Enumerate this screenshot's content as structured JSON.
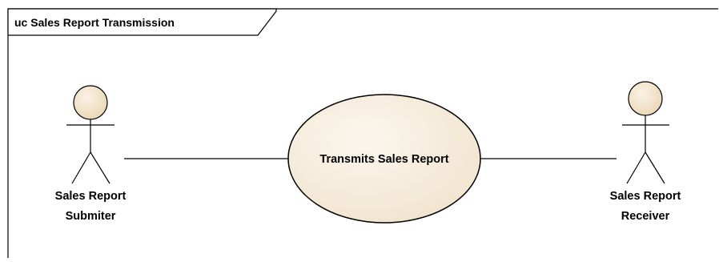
{
  "diagram": {
    "frame_title": "uc Sales Report Transmission",
    "use_case": {
      "label": "Transmits Sales Report"
    },
    "actors": [
      {
        "id": "submitter",
        "label_line1": "Sales Report",
        "label_line2": "Submiter"
      },
      {
        "id": "receiver",
        "label_line1": "Sales Report",
        "label_line2": "Receiver"
      }
    ]
  },
  "colors": {
    "actor_head_fill": "#f3e6d1",
    "use_case_fill": "#f4ead8",
    "use_case_fill_highlight": "#fbf6ee",
    "line": "#000000",
    "frame_border": "#000000",
    "background": "#ffffff"
  }
}
